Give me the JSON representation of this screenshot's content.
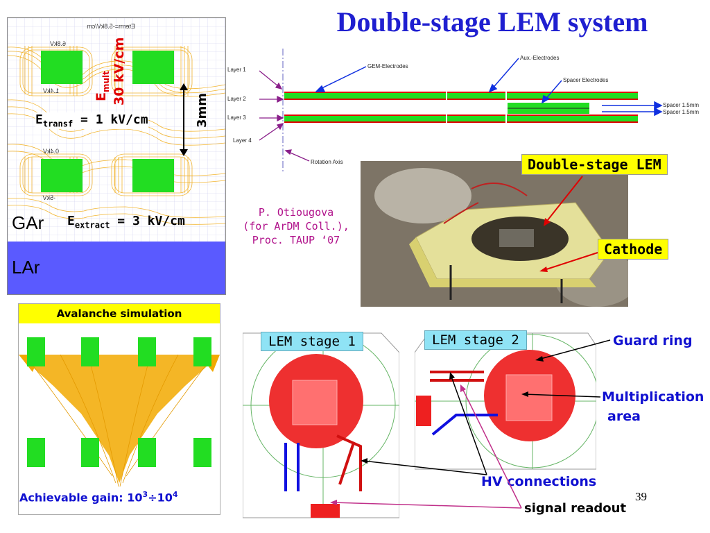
{
  "title": "Double-stage LEM system",
  "page_number": "39",
  "field_panel": {
    "label_etop": "Eterm=-5.8kV/cm",
    "v1": "6.8kV",
    "v2": "1.4kV",
    "v3": "0.4kV",
    "v4": "-5kV",
    "e_mult_symbol": "E",
    "e_mult_sub": "mult",
    "e_mult_value": "30 kV/cm",
    "e_transf_symbol": "E",
    "e_transf_sub": "transf",
    "e_transf_value": "= 1 kV/cm",
    "gap": "3mm",
    "gar": "GAr",
    "e_extract_symbol": "E",
    "e_extract_sub": "extract",
    "e_extract_value": "= 3 kV/cm",
    "lar": "LAr"
  },
  "schematic": {
    "layer1": "Layer 1",
    "layer2": "Layer 2",
    "layer3": "Layer 3",
    "layer4": "Layer 4",
    "gem": "GEM-Electrodes",
    "aux": "Aux.-Electrodes",
    "spacer_el": "Spacer Electrodes",
    "spacer1": "Spacer 1.5mm",
    "spacer2": "Spacer 1.5mm",
    "rotation": "Rotation Axis"
  },
  "credit": {
    "line1": "P. Otiougova",
    "line2": "(for ArDM Coll.),",
    "line3": "Proc. TAUP ‘07"
  },
  "photo": {
    "label_lem": "Double-stage LEM",
    "label_cathode": "Cathode"
  },
  "avalanche": {
    "header": "Avalanche simulation",
    "gain_prefix": "Achievable gain: 10",
    "gain_exp1": "3",
    "gain_mid": "÷10",
    "gain_exp2": "4"
  },
  "layouts": {
    "stage1": "LEM stage 1",
    "stage2": "LEM stage 2",
    "guard_ring": "Guard ring",
    "mult_line1": "Multiplication",
    "mult_line2": "area",
    "hv": "HV connections",
    "signal": "signal readout"
  }
}
